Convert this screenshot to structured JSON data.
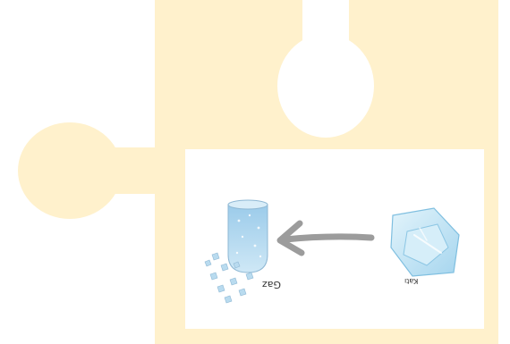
{
  "colors": {
    "puzzle": "#fff1cc",
    "card": "#ffffff",
    "arrow": "#9c9c9c",
    "ice": "#bfe3f3",
    "ice_edge": "#7fbfe0",
    "gas_cloud": "#a9d4ee"
  },
  "icons": [
    "puzzle-piece",
    "gas-jar-icon",
    "ice-cube-icon",
    "arrow-left-icon"
  ],
  "diagram": {
    "gas_label": "Gaz",
    "solid_label": "Katı"
  }
}
